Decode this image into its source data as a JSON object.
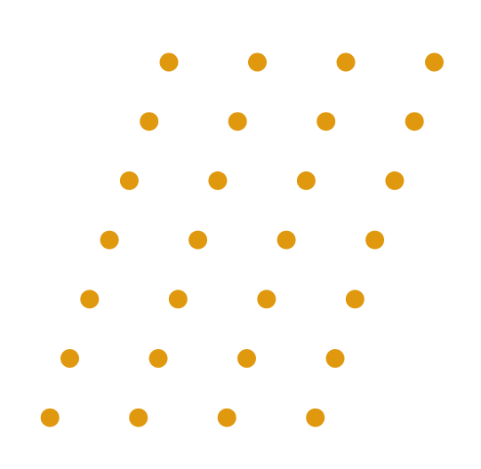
{
  "pattern": {
    "rows": 7,
    "dots_per_row": 4,
    "dot_color": "#E0990F",
    "background_color": "#FFFFFF",
    "icon": "dot"
  }
}
